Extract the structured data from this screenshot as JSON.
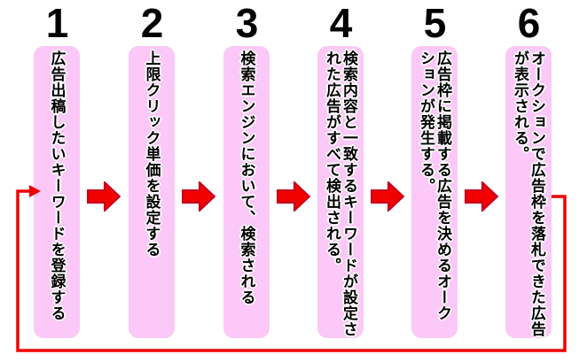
{
  "diagram": {
    "title": "search-ad-auction-process-flow",
    "colors": {
      "background": "#ffffff",
      "box_fill": "#fbc8f7",
      "arrow_fill": "#f10000",
      "arrow_stroke": "#c40020",
      "loop_line": "#ee0000",
      "text": "#000000"
    },
    "steps": [
      {
        "number": "1",
        "text": "広告出稿したいキーワードを登録する"
      },
      {
        "number": "2",
        "text": "上限クリック単価を設定する"
      },
      {
        "number": "3",
        "text": "検索エンジンにおいて、検索される"
      },
      {
        "number": "4",
        "text": "検索内容と一致するキーワードが設定さ\nれた広告がすべて検出される。"
      },
      {
        "number": "5",
        "text": "広告枠に掲載する広告を決めるオーク\nションが発生する。"
      },
      {
        "number": "6",
        "text": "オークションで広告枠を落札できた広告\nが表示される。"
      }
    ]
  }
}
